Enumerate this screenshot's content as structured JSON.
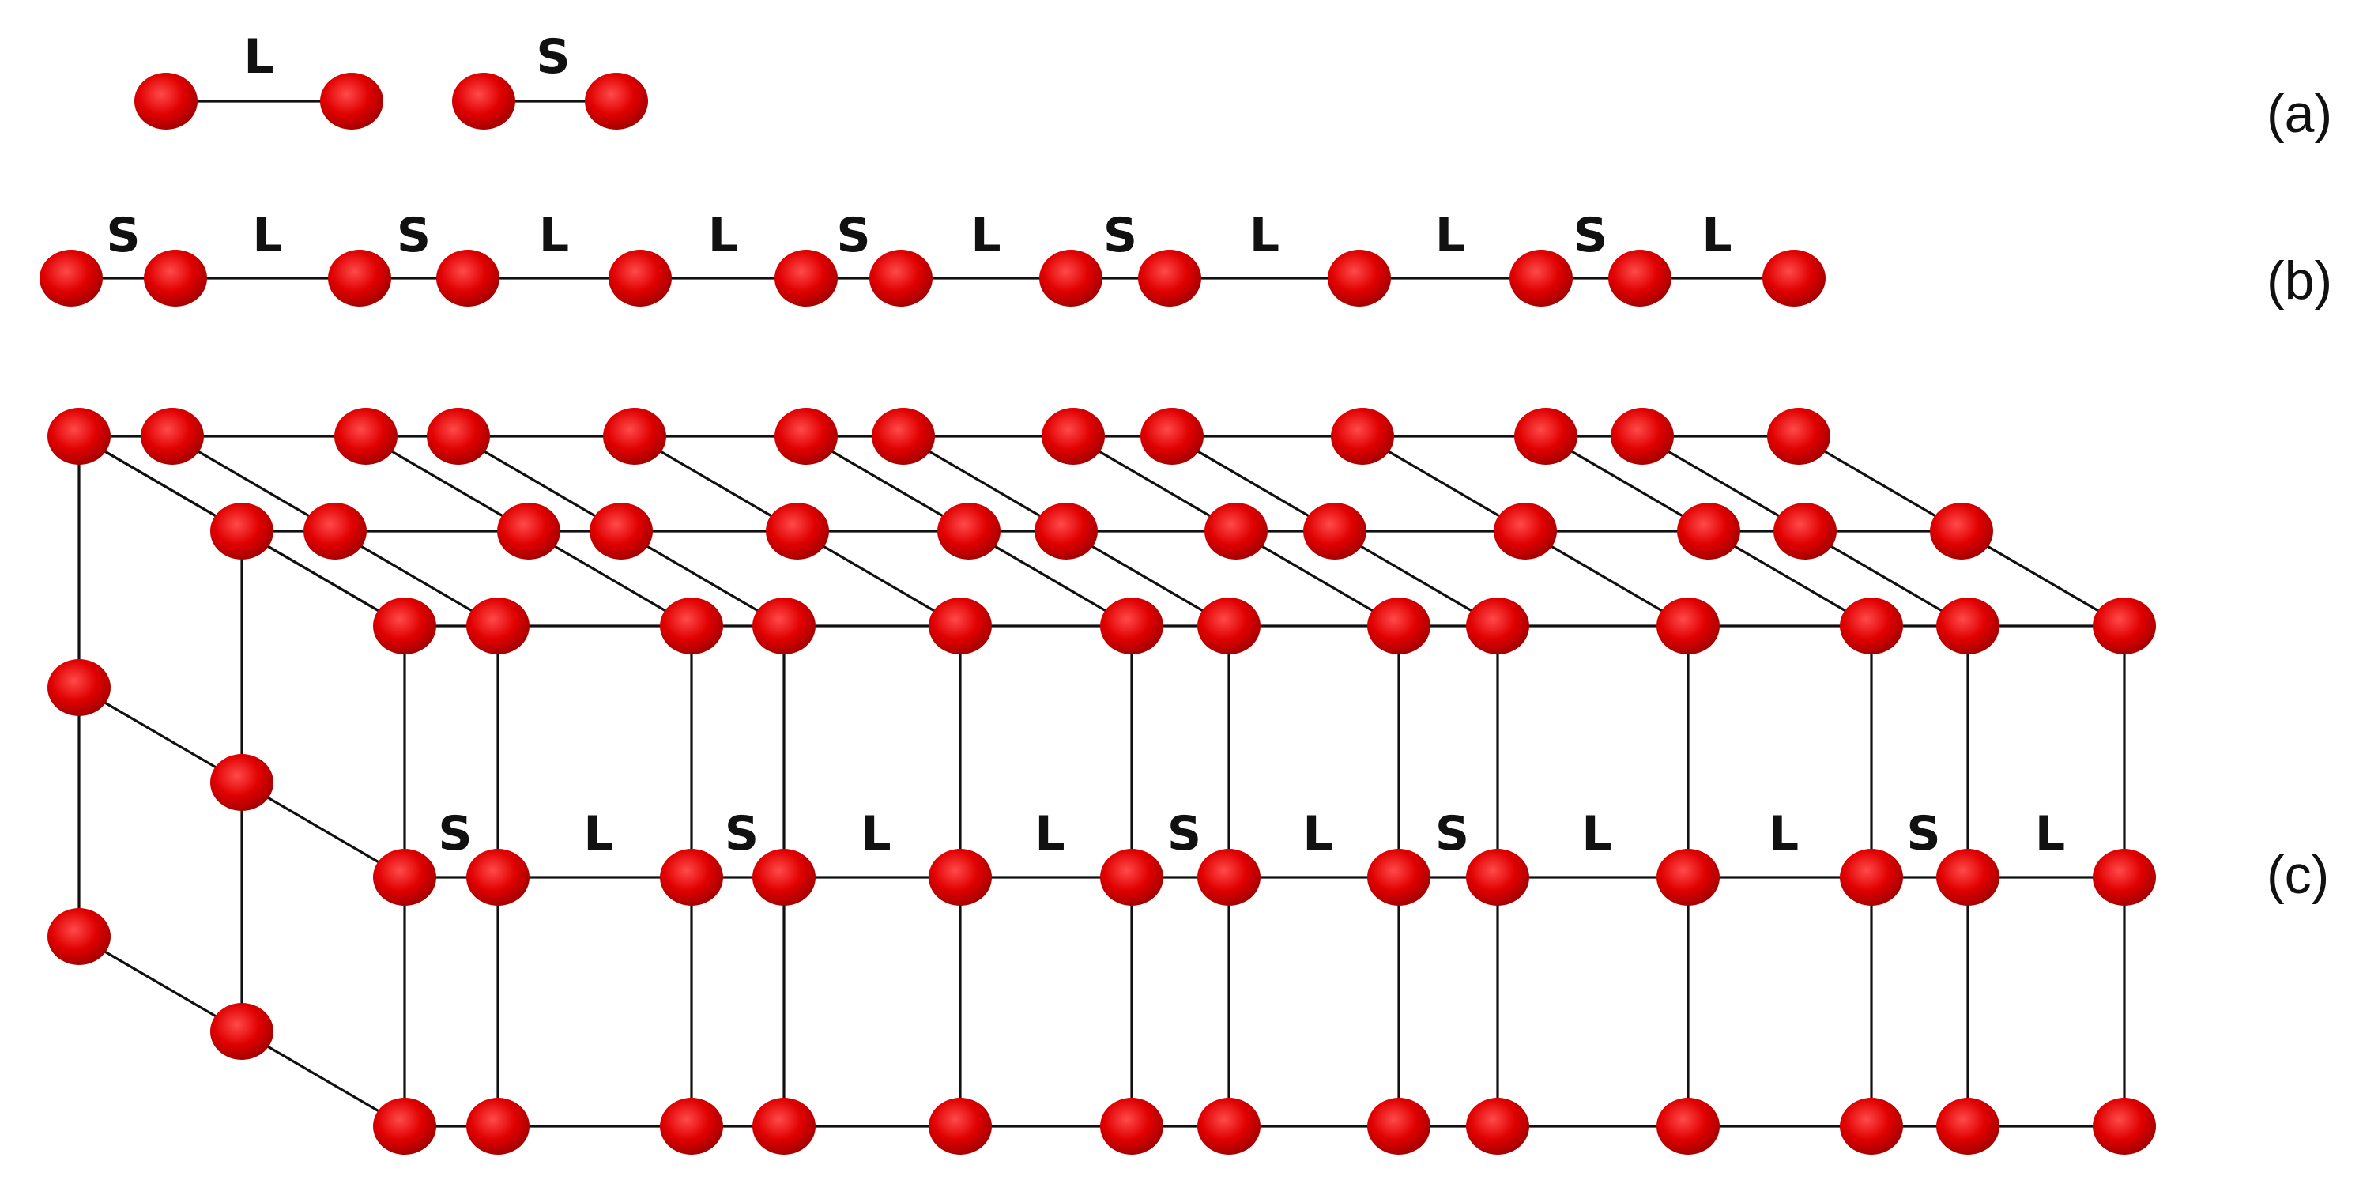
{
  "panels": {
    "a": {
      "label": "(a)",
      "bond_labels": [
        "L",
        "S"
      ]
    },
    "b": {
      "label": "(b)",
      "bond_labels": [
        "S",
        "L",
        "S",
        "L",
        "L",
        "S",
        "L",
        "S",
        "L",
        "L",
        "S",
        "L"
      ]
    },
    "c": {
      "label": "(c)",
      "bond_labels": [
        "S",
        "L",
        "S",
        "L",
        "L",
        "S",
        "L",
        "S",
        "L",
        "L",
        "S",
        "L"
      ]
    }
  },
  "colors": {
    "atom": "#e00000",
    "atom_highlight": "#ff4a4a",
    "atom_shadow": "#a00000",
    "bond": "#111111"
  }
}
